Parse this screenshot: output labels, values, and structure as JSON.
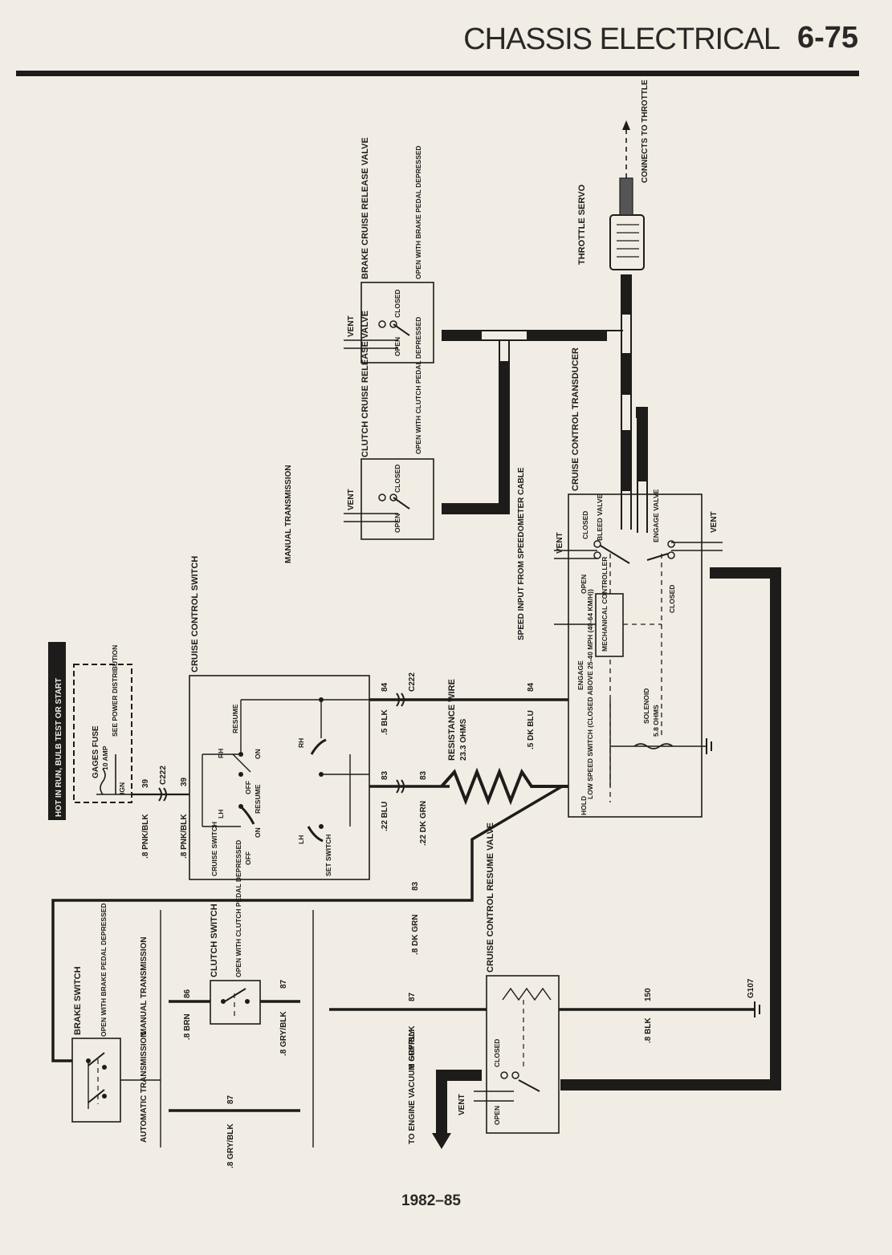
{
  "header": {
    "section_title": "CHASSIS ELECTRICAL",
    "page_number": "6-75"
  },
  "footer": {
    "years": "1982–85"
  },
  "power": {
    "banner": "HOT IN RUN, BULB TEST OR START",
    "fuse_label": "GAGES FUSE",
    "fuse_rating": "10 AMP",
    "fuse_note": "SEE POWER DISTRIBUTION",
    "ign": "IGN",
    "circuit": "39",
    "connector": "C222",
    "wire": ".8 PNK/BLK"
  },
  "cruise_switch": {
    "title": "CRUISE CONTROL SWITCH",
    "cruise_switch_label": "CRUISE SWITCH",
    "set_switch_label": "SET SWITCH",
    "lh": "LH",
    "rh": "RH",
    "off": "OFF",
    "on": "ON",
    "resume": "RESUME"
  },
  "wires": {
    "w84_left": ".5 BLK",
    "w84_right": ".5 DK BLU",
    "circuit_84": "84",
    "w83_left": ".22 BLU",
    "w83_right": ".22 DK GRN",
    "circuit_83": "83",
    "connector_c222": "C222",
    "w83_long": ".8 DK GRN",
    "w87_a": ".8 GRY/BLK",
    "w87_b": ".8 GRY/BLK",
    "w87_c": ".8 GRY/BLK",
    "circuit_87": "87",
    "w86": ".8 BRN",
    "circuit_86": "86",
    "w150": ".8 BLK",
    "circuit_150": "150",
    "ground": "G107"
  },
  "resistance": {
    "label": "RESISTANCE WIRE",
    "value": "23.3 OHMS"
  },
  "transducer": {
    "title": "CRUISE CONTROL TRANSDUCER",
    "closed": "CLOSED",
    "bleed_valve": "BLEED VALVE",
    "engage_valve": "ENGAGE VALVE",
    "open": "OPEN",
    "vent": "VENT",
    "mechanical_controller": "MECHANICAL CONTROLLER",
    "speed_input": "SPEED INPUT FROM SPEEDOMETER CABLE",
    "engage": "ENGAGE",
    "solenoid": "SOLENOID",
    "solenoid_ohms": "5.8 OHMS",
    "low_speed_switch": "LOW SPEED SWITCH (CLOSED ABOVE 25-40 MPH (40-64 KM/H))",
    "hold": "HOLD"
  },
  "brake_release": {
    "title": "BRAKE CRUISE RELEASE VALVE",
    "note": "OPEN WITH BRAKE PEDAL DEPRESSED",
    "vent": "VENT",
    "open": "OPEN",
    "closed": "CLOSED"
  },
  "clutch_release": {
    "title": "CLUTCH CRUISE RELEASE VALVE",
    "note": "OPEN WITH CLUTCH PEDAL DEPRESSED",
    "vent": "VENT",
    "open": "OPEN",
    "closed": "CLOSED"
  },
  "manual_trans_top": "MANUAL TRANSMISSION",
  "throttle": {
    "servo": "THROTTLE SERVO",
    "connects": "CONNECTS TO THROTTLE"
  },
  "brake_switch": {
    "title": "BRAKE SWITCH",
    "note": "OPEN WITH BRAKE PEDAL DEPRESSED"
  },
  "clutch_switch": {
    "title": "CLUTCH SWITCH",
    "note": "OPEN WITH CLUTCH PEDAL DEPRESSED"
  },
  "transmissions": {
    "manual": "MANUAL TRANSMISSION",
    "automatic": "AUTOMATIC TRANSMISSION"
  },
  "resume_valve": {
    "title": "CRUISE CONTROL RESUME VALVE",
    "closed": "CLOSED",
    "open": "OPEN",
    "vent": "VENT"
  },
  "vacuum": {
    "label": "TO ENGINE VACUUM SUPPLY"
  }
}
